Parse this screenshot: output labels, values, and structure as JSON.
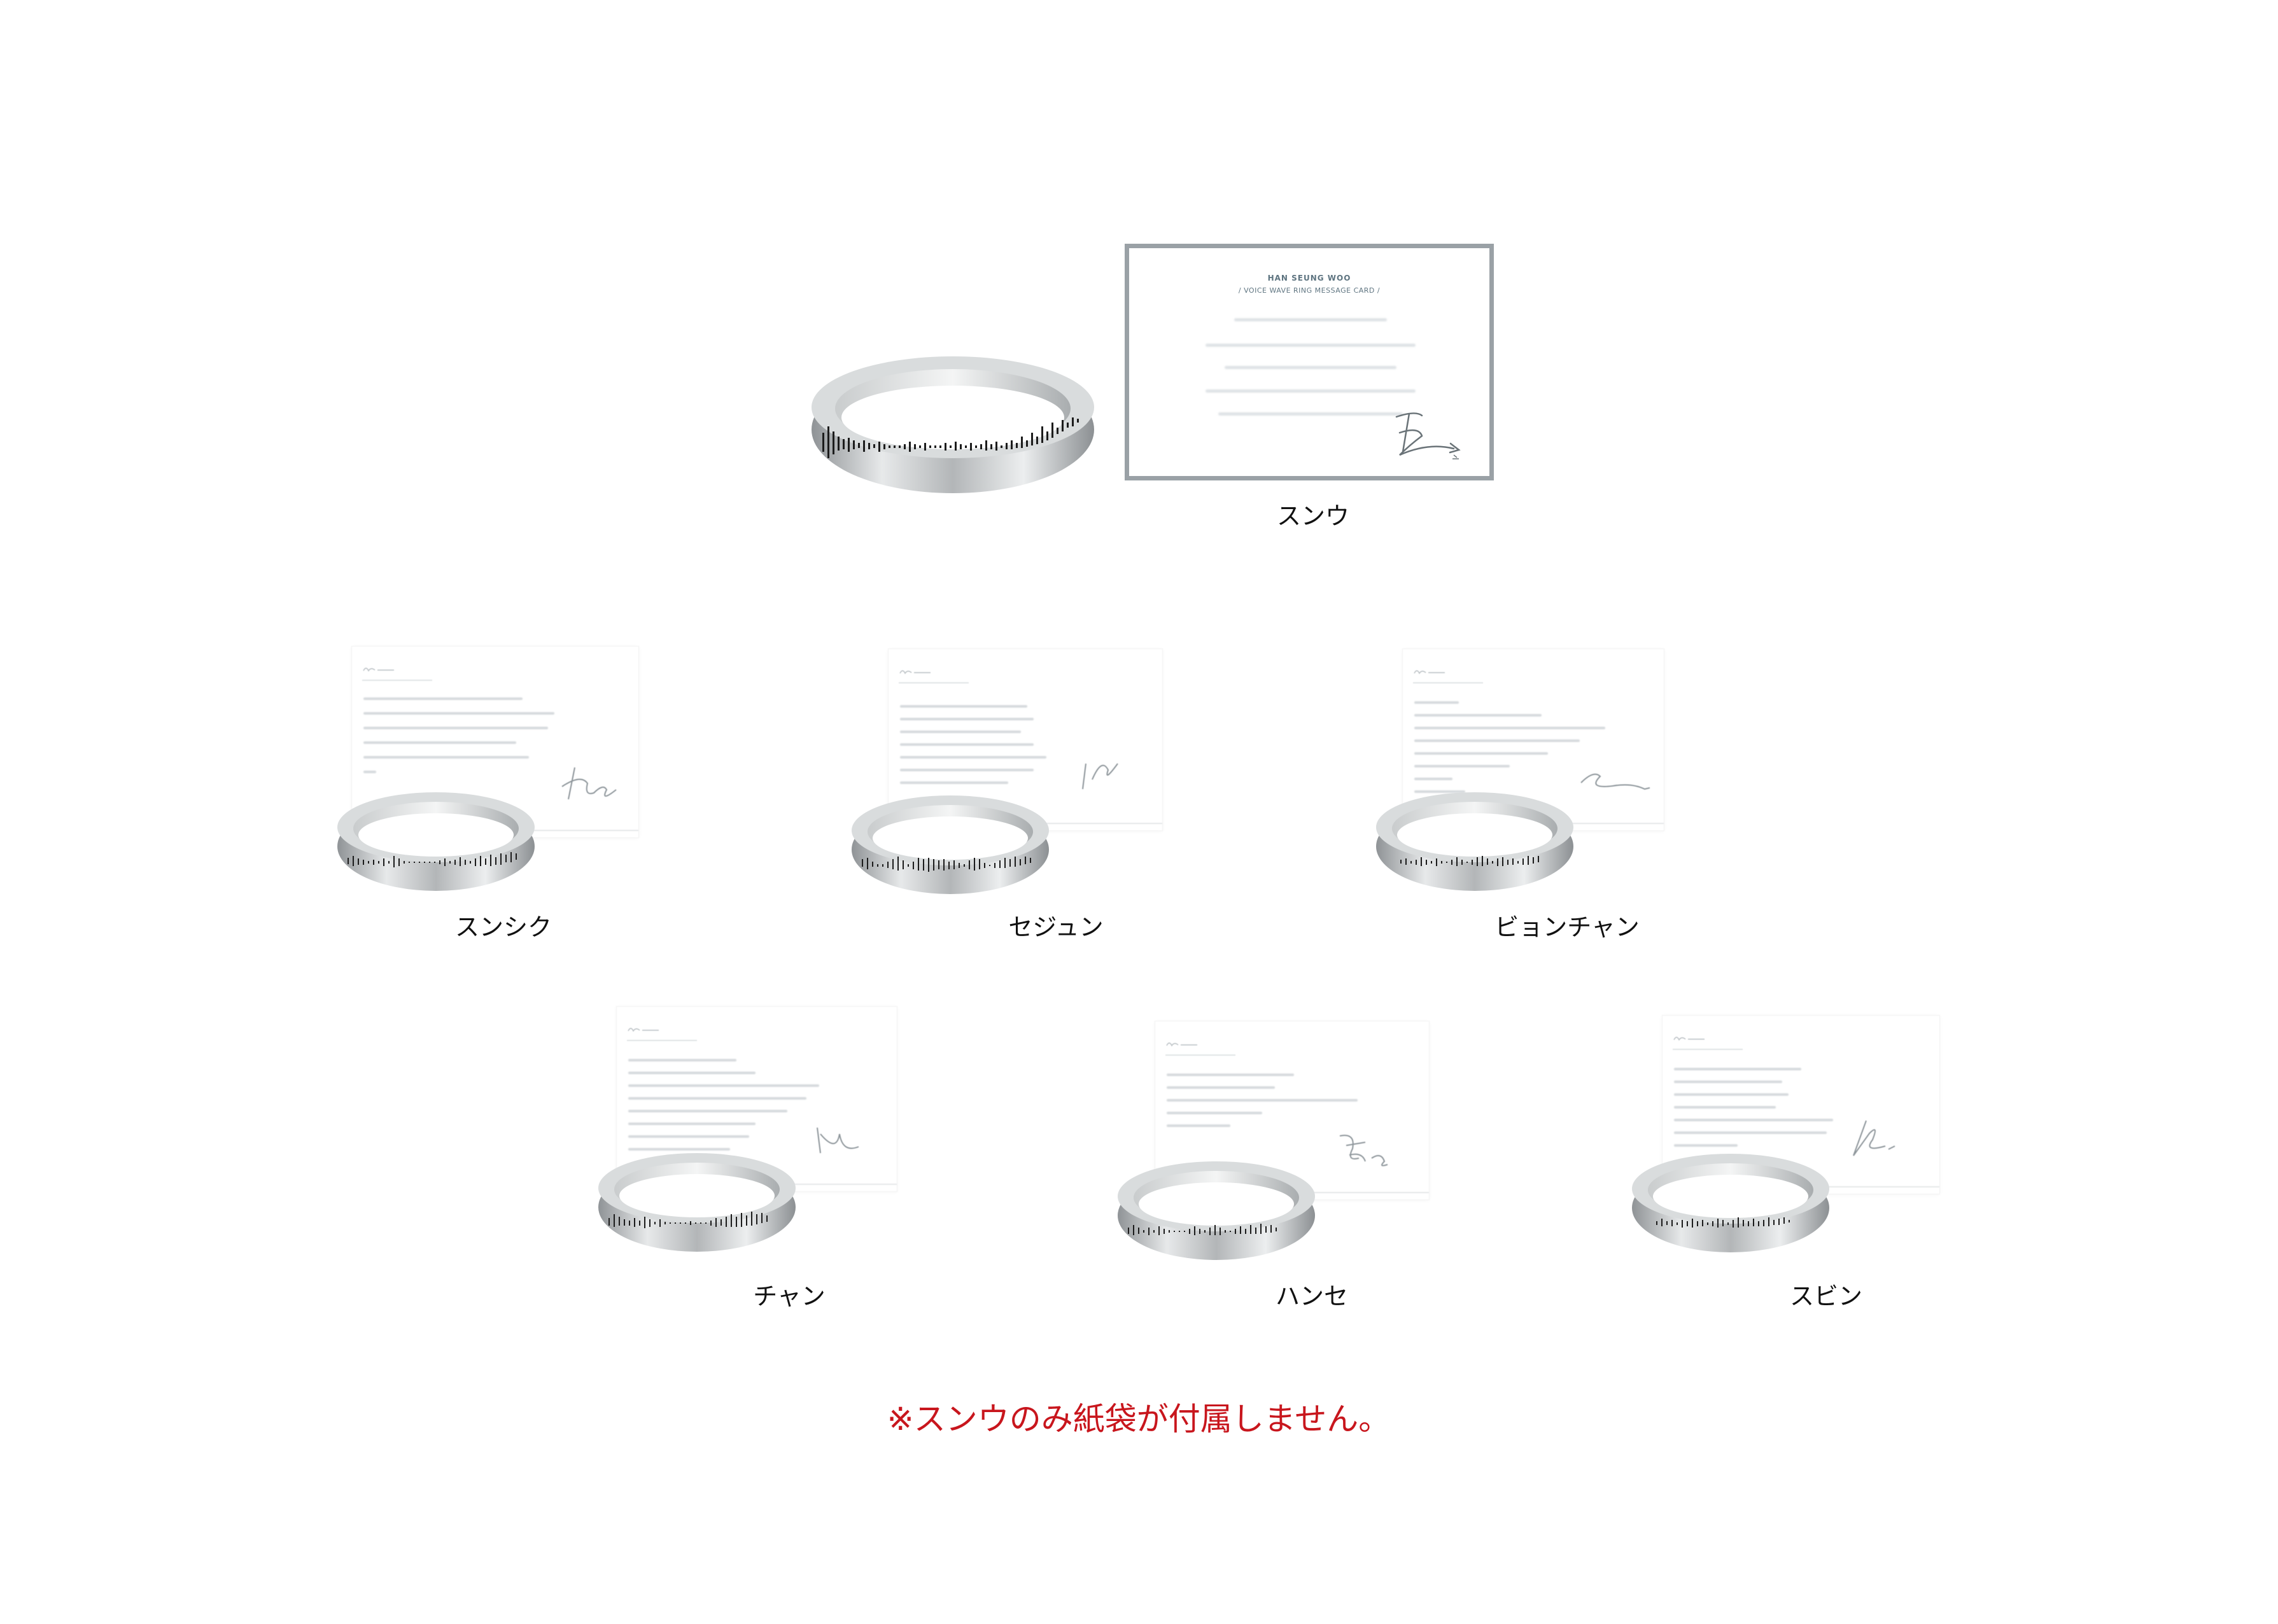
{
  "main": {
    "card_title": "HAN SEUNG WOO",
    "card_subtitle": "/ VOICE WAVE RING MESSAGE CARD /",
    "label": "スンウ"
  },
  "members": [
    {
      "label": "スンシク"
    },
    {
      "label": "セジュン"
    },
    {
      "label": "ビョンチャン"
    },
    {
      "label": "チャン"
    },
    {
      "label": "ハンセ"
    },
    {
      "label": "スビン"
    }
  ],
  "note": "※スンウのみ紙袋が付属しません。",
  "colors": {
    "note": "#c8161d",
    "card_border": "#9aa1a6",
    "card_text": "#5e7480",
    "label": "#111111"
  }
}
